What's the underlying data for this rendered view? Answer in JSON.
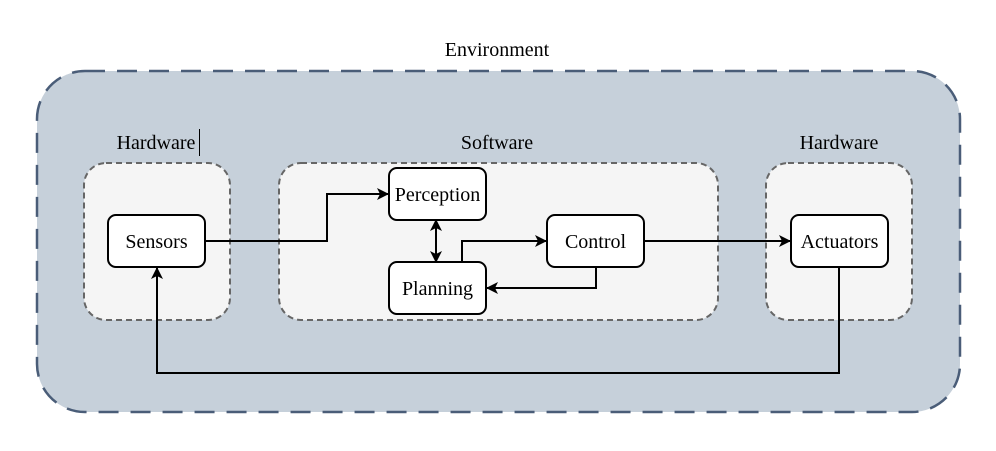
{
  "environment": {
    "label": "Environment",
    "fill": "#c6d0da",
    "stroke": "#4a5d78"
  },
  "groups": [
    {
      "id": "hw-left",
      "label": "Hardware"
    },
    {
      "id": "software",
      "label": "Software"
    },
    {
      "id": "hw-right",
      "label": "Hardware"
    }
  ],
  "group_style": {
    "fill": "#f5f5f5",
    "stroke": "#666666"
  },
  "nodes": [
    {
      "id": "sensors",
      "label": "Sensors"
    },
    {
      "id": "perception",
      "label": "Perception"
    },
    {
      "id": "planning",
      "label": "Planning"
    },
    {
      "id": "control",
      "label": "Control"
    },
    {
      "id": "actuators",
      "label": "Actuators"
    }
  ],
  "edges": [
    {
      "from": "sensors",
      "to": "perception",
      "type": "arrow"
    },
    {
      "from": "perception",
      "to": "planning",
      "type": "bidirectional"
    },
    {
      "from": "planning",
      "to": "control",
      "type": "arrow"
    },
    {
      "from": "control",
      "to": "planning",
      "type": "arrow"
    },
    {
      "from": "control",
      "to": "actuators",
      "type": "arrow"
    },
    {
      "from": "actuators",
      "to": "sensors",
      "type": "arrow"
    }
  ]
}
